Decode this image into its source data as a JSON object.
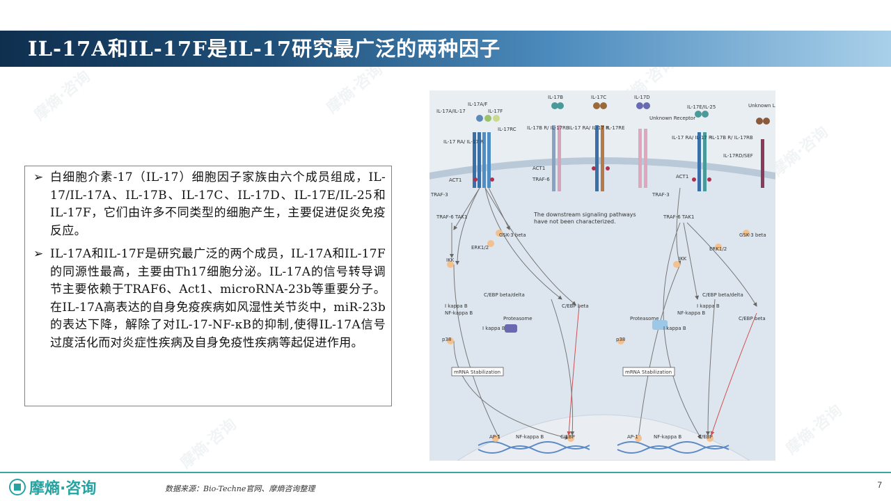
{
  "header": {
    "title": "IL-17A和IL-17F是IL-17研究最广泛的两种因子"
  },
  "bullets": [
    {
      "marker": "➢",
      "text": "白细胞介素-17（IL-17）细胞因子家族由六个成员组成，IL-17/IL-17A、IL-17B、IL-17C、IL-17D、IL-17E/IL-25和IL-17F，它们由许多不同类型的细胞产生，主要促进促炎免疫反应。"
    },
    {
      "marker": "➢",
      "text": "IL-17A和IL-17F是研究最广泛的两个成员，IL-17A和IL-17F的同源性最高，主要由Th17细胞分泌。IL-17A的信号转导调节主要依赖于TRAF6、Act1、microRNA-23b等重要分子。在IL-17A高表达的自身免疫疾病如风湿性关节炎中，miR-23b的表达下降，解除了对IL-17-NF-κB的抑制,使得IL-17A信号过度活化而对炎症性疾病及自身免疫性疾病等起促进作用。"
    }
  ],
  "diagram": {
    "ligands": {
      "il17af": "IL-17A/F",
      "il17a_il17": "IL-17A/IL-17",
      "il17f": "IL-17F",
      "il17b": "IL-17B",
      "il17c": "IL-17C",
      "il17d": "IL-17D",
      "il17e": "IL-17E/IL-25",
      "unknown_ligand": "Unknown Ligand"
    },
    "receptors": {
      "il17rc": "IL-17RC",
      "il17ra_left": "IL-17 RA/ IL-17 R",
      "il17ra_right": "IL-17 RA/ IL-17 R",
      "il17br_left": "IL-17B R/ IL-17RB",
      "il17ra_c": "IL-17 RA/ IL-17 R",
      "il17re": "IL-17RE",
      "unknown_receptor": "Unknown Receptor",
      "il17ra_e": "IL-17 RA/ IL-17 R",
      "il17br_e": "IL-17B R/ IL-17RB",
      "il17rd": "IL-17RD/SEF"
    },
    "nodes": {
      "act1": "ACT1",
      "traf3": "TRAF-3",
      "traf6_tak1": "TRAF-6 TAK1",
      "traf6": "TRAF-6",
      "gsk3": "GSK-3 beta",
      "erk": "ERK1/2",
      "ikk": "IKK",
      "cebp_bd": "C/EBP beta/delta",
      "cebp_b": "C/EBP beta",
      "ikappab": "I kappa B",
      "nfkb": "NF-kappa B",
      "proteasome": "Proteasome",
      "p38": "p38",
      "mrna": "mRNA Stabilization",
      "ap1": "AP-1",
      "cebp": "C/EBP"
    },
    "note": "The downstream signaling pathways have not been characterized."
  },
  "footer": {
    "brand": "摩熵·咨询",
    "source": "数据来源：Bio-Techne官网、摩熵咨询整理",
    "page": "7"
  },
  "watermark": "摩熵·咨询"
}
